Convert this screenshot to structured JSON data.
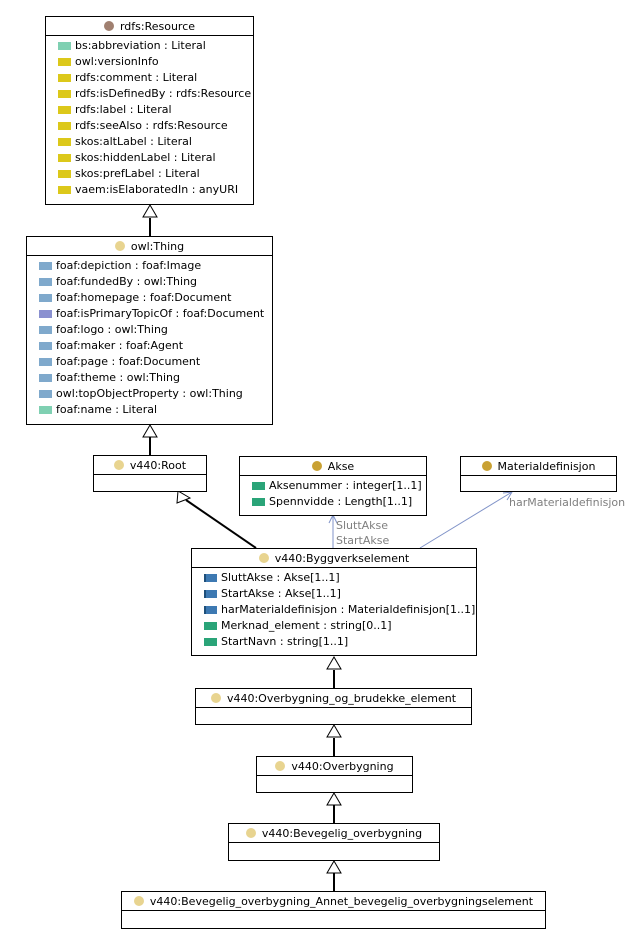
{
  "colors": {
    "dot_brown": "#a08070",
    "dot_light": "#e8d490",
    "dot_gold": "#c9a133",
    "attr_yellow": "#dcc81a",
    "attr_teal": "#7fd0b2",
    "attr_blue": "#7fa9cc",
    "attr_purple": "#8a90d0",
    "attr_green": "#2aa478",
    "attr_link_blue": "#3d79b2",
    "assoc_line": "#8093c8"
  },
  "rdfs_resource": {
    "title": "rdfs:Resource",
    "attrs": [
      {
        "text": "bs:abbreviation : Literal",
        "icon": "attr_teal"
      },
      {
        "text": "owl:versionInfo",
        "icon": "attr_yellow"
      },
      {
        "text": "rdfs:comment : Literal",
        "icon": "attr_yellow"
      },
      {
        "text": "rdfs:isDefinedBy : rdfs:Resource",
        "icon": "attr_yellow"
      },
      {
        "text": "rdfs:label : Literal",
        "icon": "attr_yellow"
      },
      {
        "text": "rdfs:seeAlso : rdfs:Resource",
        "icon": "attr_yellow"
      },
      {
        "text": "skos:altLabel : Literal",
        "icon": "attr_yellow"
      },
      {
        "text": "skos:hiddenLabel : Literal",
        "icon": "attr_yellow"
      },
      {
        "text": "skos:prefLabel : Literal",
        "icon": "attr_yellow"
      },
      {
        "text": "vaem:isElaboratedIn : anyURI",
        "icon": "attr_yellow"
      }
    ]
  },
  "owl_thing": {
    "title": "owl:Thing",
    "attrs": [
      {
        "text": "foaf:depiction : foaf:Image",
        "icon": "attr_blue"
      },
      {
        "text": "foaf:fundedBy : owl:Thing",
        "icon": "attr_blue"
      },
      {
        "text": "foaf:homepage : foaf:Document",
        "icon": "attr_blue"
      },
      {
        "text": "foaf:isPrimaryTopicOf : foaf:Document",
        "icon": "attr_purple"
      },
      {
        "text": "foaf:logo : owl:Thing",
        "icon": "attr_blue"
      },
      {
        "text": "foaf:maker : foaf:Agent",
        "icon": "attr_blue"
      },
      {
        "text": "foaf:page : foaf:Document",
        "icon": "attr_blue"
      },
      {
        "text": "foaf:theme : owl:Thing",
        "icon": "attr_blue"
      },
      {
        "text": "owl:topObjectProperty : owl:Thing",
        "icon": "attr_blue"
      },
      {
        "text": "foaf:name : Literal",
        "icon": "attr_teal"
      }
    ]
  },
  "root": {
    "title": "v440:Root"
  },
  "akse": {
    "title": "Akse",
    "attrs": [
      {
        "text": "Aksenummer : integer[1..1]",
        "icon": "attr_green"
      },
      {
        "text": "Spennvidde : Length[1..1]",
        "icon": "attr_green"
      }
    ]
  },
  "materialdefinisjon": {
    "title": "Materialdefinisjon"
  },
  "byggverkselement": {
    "title": "v440:Byggverkselement",
    "attrs": [
      {
        "text": "SluttAkse : Akse[1..1]",
        "icon": "attr_link_blue"
      },
      {
        "text": "StartAkse : Akse[1..1]",
        "icon": "attr_link_blue"
      },
      {
        "text": "harMaterialdefinisjon : Materialdefinisjon[1..1]",
        "icon": "attr_link_blue"
      },
      {
        "text": "Merknad_element : string[0..1]",
        "icon": "attr_green"
      },
      {
        "text": "StartNavn : string[1..1]",
        "icon": "attr_green"
      }
    ]
  },
  "overbygning_og_brudekke": {
    "title": "v440:Overbygning_og_brudekke_element"
  },
  "overbygning": {
    "title": "v440:Overbygning"
  },
  "bevegelig_overbygning": {
    "title": "v440:Bevegelig_overbygning"
  },
  "bevegelig_annet": {
    "title": "v440:Bevegelig_overbygning_Annet_bevegelig_overbygningselement"
  },
  "associations": {
    "slutt_akse": "SluttAkse",
    "start_akse": "StartAkse",
    "har_materialdefinisjon": "harMaterialdefinisjon"
  }
}
